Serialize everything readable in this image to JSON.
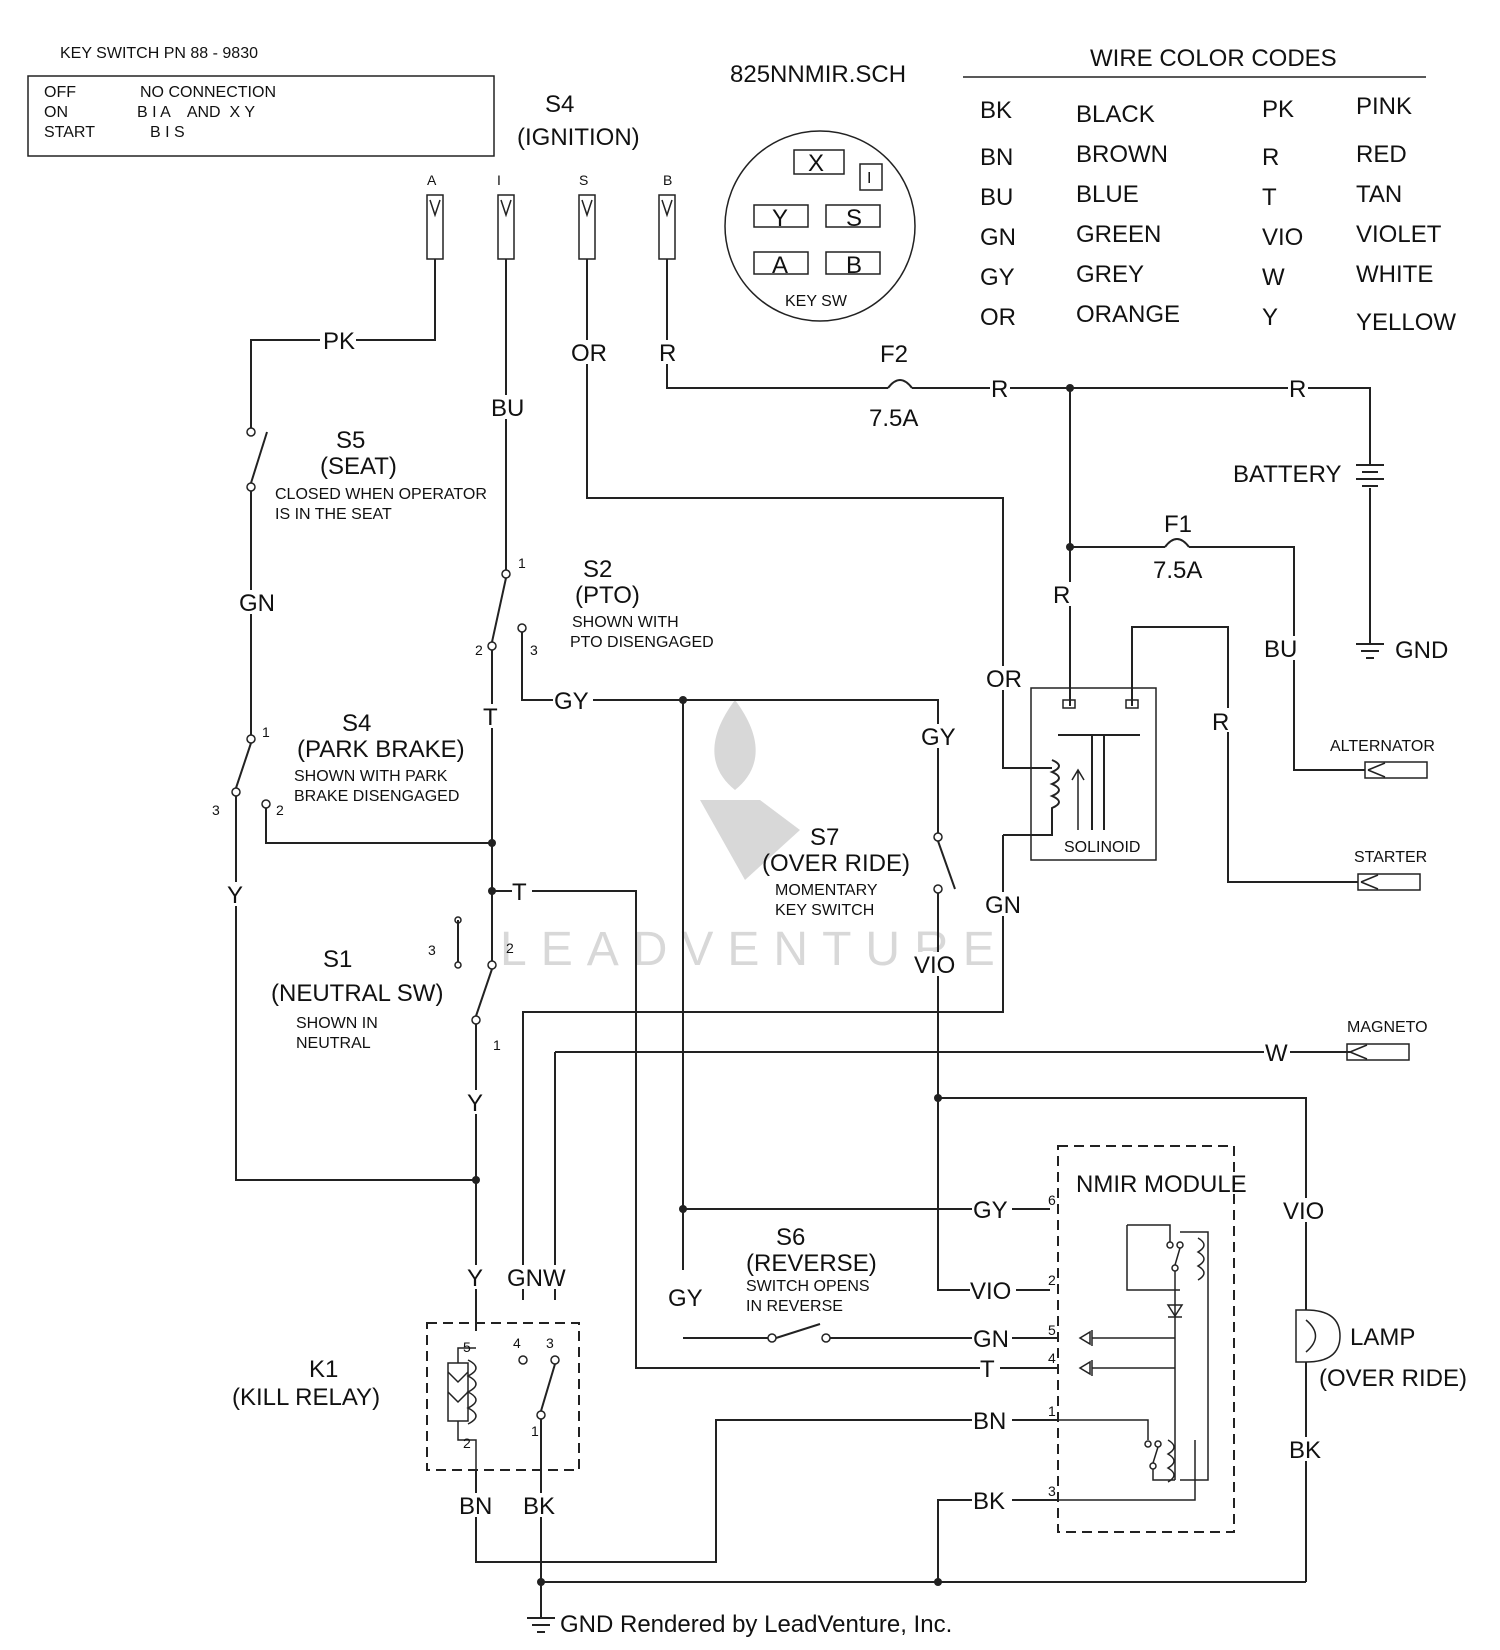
{
  "key_switch": {
    "title": "KEY SWITCH PN 88 - 9830",
    "rows": [
      {
        "state": "OFF",
        "connection": "NO CONNECTION"
      },
      {
        "state": "ON",
        "connection": "B I A    AND  X Y"
      },
      {
        "state": "START",
        "connection": "B I S"
      }
    ]
  },
  "file_name": "825NNMIR.SCH",
  "ignition": {
    "name": "S4",
    "desc": "(IGNITION)",
    "terminals": [
      "A",
      "I",
      "S",
      "B"
    ]
  },
  "key_sw": {
    "label": "KEY SW",
    "contacts": [
      "X",
      "I",
      "Y",
      "S",
      "A",
      "B"
    ]
  },
  "wire_codes": {
    "title": "WIRE COLOR CODES",
    "left": [
      {
        "code": "BK",
        "name": "BLACK"
      },
      {
        "code": "BN",
        "name": "BROWN"
      },
      {
        "code": "BU",
        "name": "BLUE"
      },
      {
        "code": "GN",
        "name": "GREEN"
      },
      {
        "code": "GY",
        "name": "GREY"
      },
      {
        "code": "OR",
        "name": "ORANGE"
      }
    ],
    "right": [
      {
        "code": "PK",
        "name": "PINK"
      },
      {
        "code": "R",
        "name": "RED"
      },
      {
        "code": "T",
        "name": "TAN"
      },
      {
        "code": "VIO",
        "name": "VIOLET"
      },
      {
        "code": "W",
        "name": "WHITE"
      },
      {
        "code": "Y",
        "name": "YELLOW"
      }
    ]
  },
  "fuses": [
    {
      "name": "F2",
      "rating": "7.5A"
    },
    {
      "name": "F1",
      "rating": "7.5A"
    }
  ],
  "battery": "BATTERY",
  "gnd": "GND",
  "seat": {
    "name": "S5",
    "desc": "(SEAT)",
    "note1": "CLOSED WHEN OPERATOR",
    "note2": "IS IN THE SEAT"
  },
  "pto": {
    "name": "S2",
    "desc": "(PTO)",
    "note1": "SHOWN WITH",
    "note2": "PTO DISENGAGED"
  },
  "park_brake": {
    "name": "S4",
    "desc": "(PARK BRAKE)",
    "note1": "SHOWN WITH PARK",
    "note2": "BRAKE DISENGAGED"
  },
  "override": {
    "name": "S7",
    "desc": "(OVER RIDE)",
    "note1": "MOMENTARY",
    "note2": "KEY SWITCH"
  },
  "neutral": {
    "name": "S1",
    "desc": "(NEUTRAL SW)",
    "note1": "SHOWN IN",
    "note2": "NEUTRAL"
  },
  "reverse": {
    "name": "S6",
    "desc": "(REVERSE)",
    "note1": "SWITCH OPENS",
    "note2": "IN REVERSE"
  },
  "kill_relay": {
    "name": "K1",
    "desc": "(KILL RELAY)"
  },
  "solenoid": "SOLINOID",
  "alternator": "ALTERNATOR",
  "starter": "STARTER",
  "magneto": "MAGNETO",
  "module": "NMIR MODULE",
  "lamp": {
    "name": "LAMP",
    "desc": "(OVER RIDE)"
  },
  "wires": {
    "pk": "PK",
    "bu": "BU",
    "or": "OR",
    "r": "R",
    "gn": "GN",
    "gy": "GY",
    "t": "T",
    "y": "Y",
    "vio": "VIO",
    "w": "W",
    "bn": "BN",
    "bk": "BK",
    "gnw": "GNW"
  },
  "pins": {
    "p1": "1",
    "p2": "2",
    "p3": "3",
    "p4": "4",
    "p5": "5",
    "p6": "6"
  },
  "watermark": "LEADVENTURE",
  "footer": "GND Rendered by LeadVenture, Inc."
}
